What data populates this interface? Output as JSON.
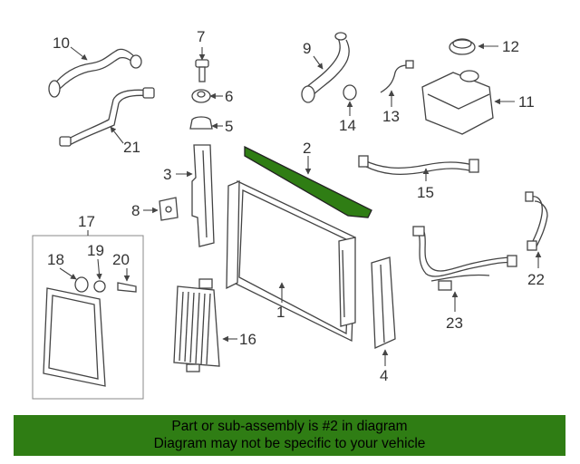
{
  "diagram": {
    "callouts": [
      "1",
      "2",
      "3",
      "4",
      "5",
      "6",
      "7",
      "8",
      "9",
      "10",
      "11",
      "12",
      "13",
      "14",
      "15",
      "16",
      "17",
      "18",
      "19",
      "20",
      "21",
      "22",
      "23"
    ],
    "highlight_part": "2",
    "highlight_color": "#2f7d14"
  },
  "banner": {
    "line1": "Part or sub-assembly is #2 in diagram",
    "line2": "Diagram may not be specific to your vehicle",
    "background": "#2f7d14"
  }
}
